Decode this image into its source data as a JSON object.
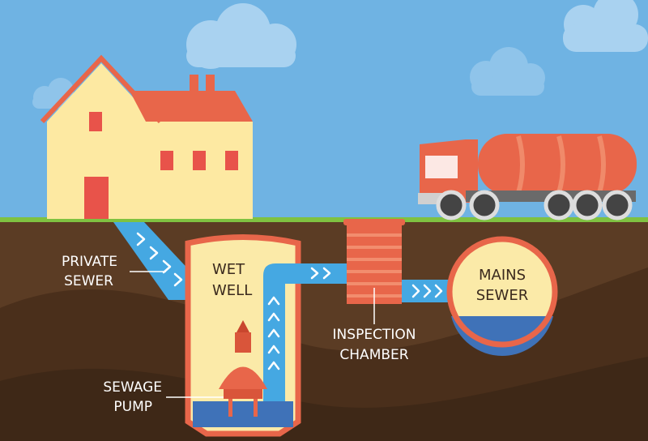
{
  "labels": {
    "private_sewer": [
      "PRIVATE",
      "SEWER"
    ],
    "wet_well": [
      "WET",
      "WELL"
    ],
    "sewage_pump": [
      "SEWAGE",
      "PUMP"
    ],
    "inspection_chamber": [
      "INSPECTION",
      "CHAMBER"
    ],
    "mains_sewer": [
      "MAINS",
      "SEWER"
    ]
  },
  "colors": {
    "sky": "#6fb3e3",
    "cloud": "#a9d2f0",
    "house_wall": "#fde9a2",
    "roof": "#e8664a",
    "grass": "#7fc241",
    "soil": "#5b3c24",
    "soil_dark": "#3e2817",
    "pipe": "#45a8e2",
    "water": "#3f72b8",
    "tank_fill": "#fbeaa8",
    "tank_border": "#e8664a"
  }
}
